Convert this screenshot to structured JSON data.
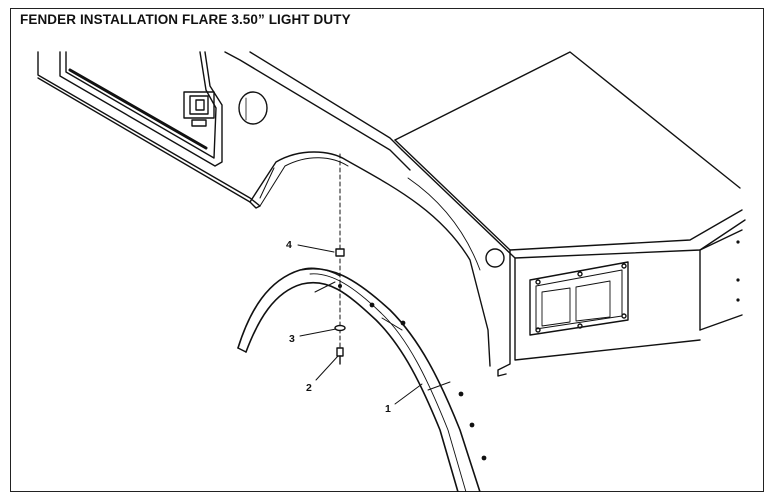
{
  "title": "FENDER INSTALLATION FLARE 3.50” LIGHT DUTY",
  "callouts": [
    {
      "label": "1",
      "part": "fender-flare"
    },
    {
      "label": "2",
      "part": "bolt"
    },
    {
      "label": "3",
      "part": "washer"
    },
    {
      "label": "4",
      "part": "nut"
    }
  ],
  "colors": {
    "line": "#111111",
    "background": "#ffffff",
    "frame": "#222222"
  }
}
